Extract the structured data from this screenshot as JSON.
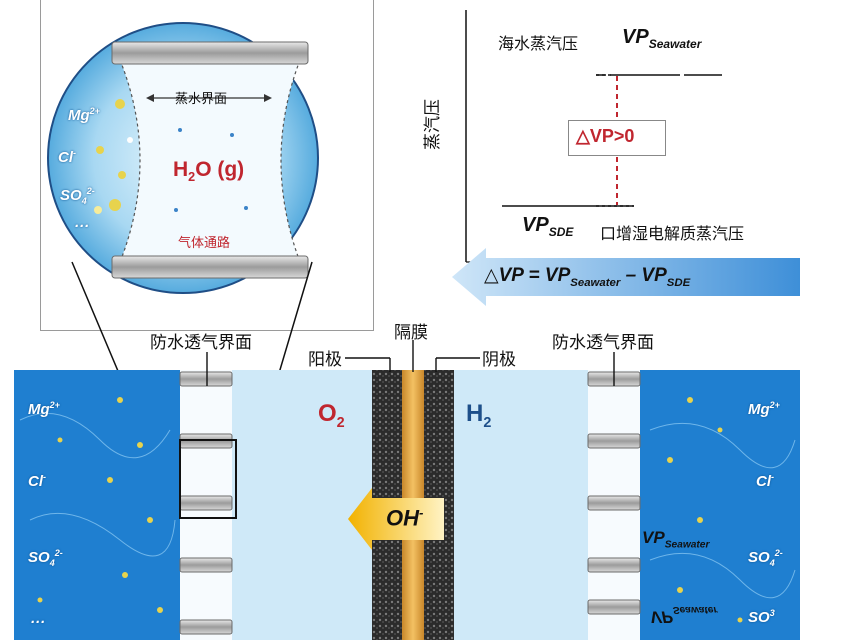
{
  "colors": {
    "seawater_blue": "#1f7fd0",
    "chamber_light_blue": "#cfe9f8",
    "membrane_orange": "#e8a93a",
    "electrode_dark": "#3a3a3a",
    "red_label": "#c0262f",
    "dark_blue_label": "#1d4f8a",
    "dashed_red": "#c0262f"
  },
  "inset": {
    "interface_label": "蒸水界面",
    "h2o_label": "H",
    "h2o_sub": "2",
    "h2o_suffix": "O (g)",
    "gas_path_label": "气体通路",
    "ions": {
      "mg": "Mg",
      "mg_sup": "2+",
      "cl": "Cl",
      "cl_sup": "-",
      "so4": "SO",
      "so4_sub": "4",
      "so4_sup": "2-",
      "dots": "···"
    }
  },
  "graph": {
    "y_axis_label": "蒸汽压",
    "top_label_text": "海水蒸汽压",
    "vp_seawater_main": "VP",
    "vp_seawater_sub": "Seawater",
    "delta_box": "△VP>0",
    "vp_sde_main": "VP",
    "vp_sde_sub": "SDE",
    "sde_label_text": "口增湿电解质蒸汽压",
    "equation": {
      "prefix": "△VP = VP",
      "sub1": "Seawater",
      "minus": " – VP",
      "sub2": "SDE"
    }
  },
  "cell": {
    "left_interface_label": "防水透气界面",
    "right_interface_label": "防水透气界面",
    "membrane_label": "隔膜",
    "anode_label": "阳极",
    "cathode_label": "阴极",
    "o2_main": "O",
    "o2_sub": "2",
    "h2_main": "H",
    "h2_sub": "2",
    "oh_label": "OH",
    "oh_sup": "-",
    "left_ions": {
      "mg": "Mg",
      "mg_sup": "2+",
      "cl": "Cl",
      "cl_sup": "-",
      "so4": "SO",
      "so4_sub": "4",
      "so4_sup": "2-",
      "dots": "···"
    },
    "right_ions": {
      "mg": "Mg",
      "mg_sup": "2+",
      "cl": "Cl",
      "cl_sup": "-",
      "vp_main": "VP",
      "vp_sub": "Seawater",
      "so4": "SO",
      "so4_sub": "4",
      "so4_sup": "2-",
      "so3_partial": "SO",
      "so3_sup": "3",
      "vp_mirrored_main": "VP",
      "vp_mirrored_sub": "Seawater"
    }
  }
}
